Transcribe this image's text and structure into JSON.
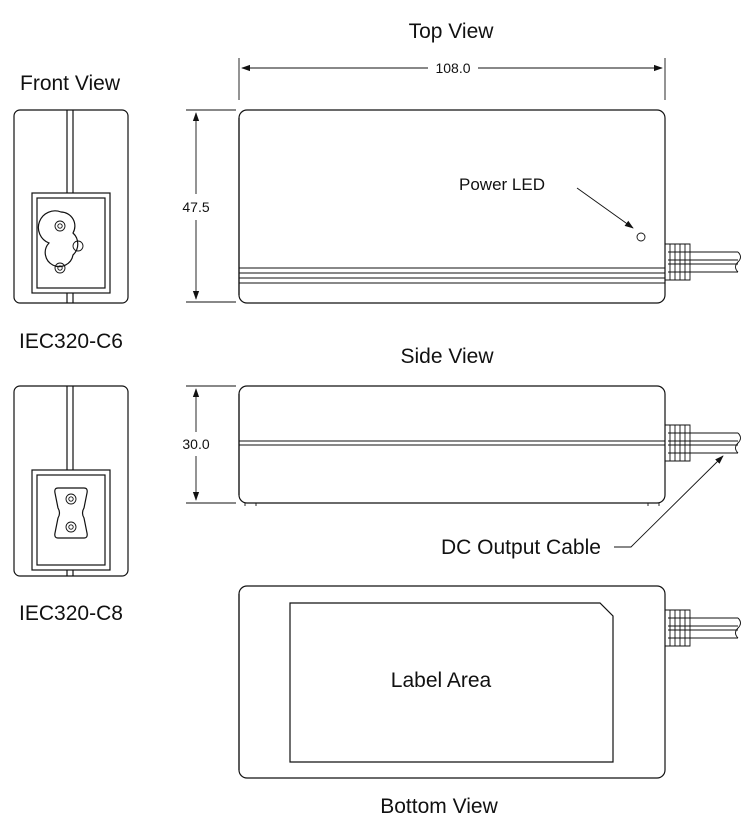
{
  "views": {
    "top": "Top View",
    "front": "Front View",
    "side": "Side View",
    "bottom": "Bottom View"
  },
  "connectors": {
    "c6": "IEC320-C6",
    "c8": "IEC320-C8"
  },
  "dimensions": {
    "length": "108.0",
    "width": "47.5",
    "height": "30.0"
  },
  "callouts": {
    "power_led": "Power   LED",
    "dc_output_cable": "DC Output Cable",
    "label_area": "Label Area"
  }
}
